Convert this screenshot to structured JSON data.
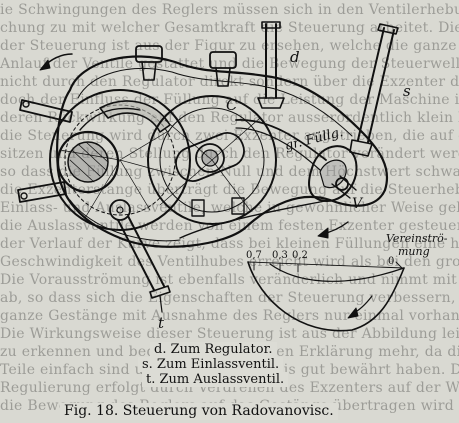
{
  "figure": {
    "labels": {
      "d": "d",
      "s": "s",
      "t": "t",
      "v": "V",
      "c": "C",
      "gr_fullg": "gr. Füllg.",
      "vereinstroemung_line1": "Vereinströ-",
      "vereinstroemung_line2": "mung",
      "val_07": "0,7",
      "val_03": "0,3",
      "val_02": "0,2",
      "val_0": "0"
    }
  },
  "legend": {
    "items": [
      "d.  Zum Regulator.",
      "s.  Zum Einlassventil.",
      "t.  Zum Auslassventil."
    ]
  },
  "caption": "Fig. 18.  Steuerung von Radovanovisc.",
  "colors": {
    "paper": "#d9d9d2",
    "ink": "#111111"
  }
}
